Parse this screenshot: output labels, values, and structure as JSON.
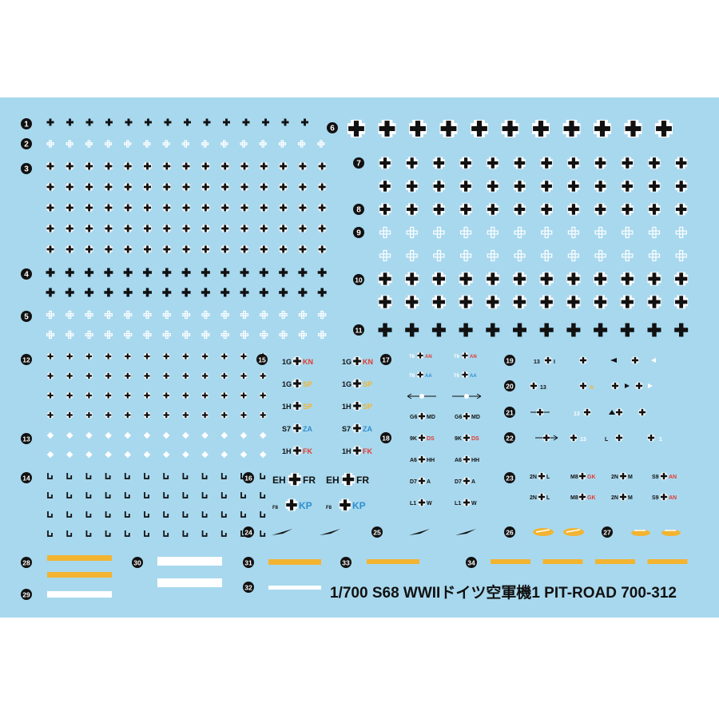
{
  "sheet_title": "1/700 S68 WWIIドイツ空軍機1 PIT-ROAD 700-312",
  "colors": {
    "background": "#a8d8ee",
    "black": "#111111",
    "white": "#ffffff",
    "yellow": "#f3b431",
    "red": "#e33a2f",
    "blue": "#2f8fd0"
  },
  "sets": {
    "1": "1",
    "2": "2",
    "3": "3",
    "4": "4",
    "5": "5",
    "6": "6",
    "7": "7",
    "8": "8",
    "9": "9",
    "10": "10",
    "11": "11",
    "12": "12",
    "13": "13",
    "14": "14",
    "15": "15",
    "16": "16",
    "17": "17",
    "18": "18",
    "19": "19",
    "20": "20",
    "21": "21",
    "22": "22",
    "23": "23",
    "24": "24",
    "25": "25",
    "26": "26",
    "27": "27",
    "28": "28",
    "29": "29",
    "30": "30",
    "31": "31",
    "32": "32",
    "33": "33",
    "34": "34"
  },
  "codes": {
    "set15": [
      {
        "pre": "1G",
        "post": "KN"
      },
      {
        "pre": "1G",
        "post": "SP"
      },
      {
        "pre": "1H",
        "post": "SP"
      },
      {
        "pre": "S7",
        "post": "ZA"
      },
      {
        "pre": "1H",
        "post": "FK"
      }
    ],
    "set16": [
      {
        "pre": "EH",
        "post": "FR"
      },
      {
        "pre": "F8",
        "post": "KP"
      }
    ],
    "set17": [
      {
        "pre": "T6",
        "post": "AN"
      },
      {
        "pre": "T6",
        "post": "AA"
      }
    ],
    "set18": [
      {
        "pre": "G6",
        "post": "MD"
      },
      {
        "pre": "9K",
        "post": "DS"
      },
      {
        "pre": "A6",
        "post": "HH"
      },
      {
        "pre": "D7",
        "post": "A"
      },
      {
        "pre": "L1",
        "post": "W"
      }
    ],
    "set19": [
      "13",
      "I"
    ],
    "set20": [
      "13",
      "A"
    ],
    "set21": [
      "13"
    ],
    "set22": [
      "13",
      "L",
      "1"
    ],
    "set23": [
      {
        "pre": "2N",
        "post": "L"
      },
      {
        "pre": "M8",
        "post": "GK"
      },
      {
        "pre": "2N",
        "post": "M"
      },
      {
        "pre": "S9",
        "post": "AN"
      }
    ]
  }
}
